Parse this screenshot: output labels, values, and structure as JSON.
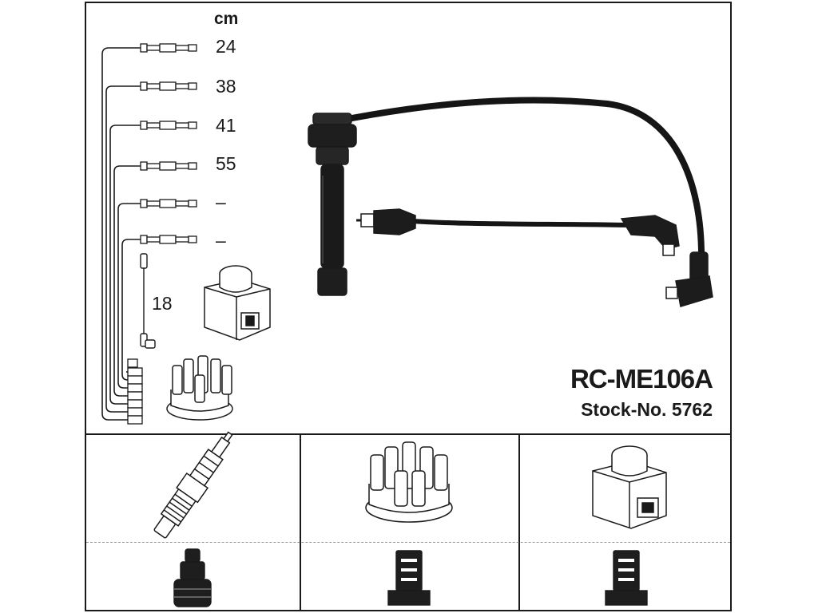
{
  "unit_label": "cm",
  "cable_lengths": [
    "24",
    "38",
    "41",
    "55",
    "–",
    "–"
  ],
  "coil_lead_length": "18",
  "product": {
    "model": "RC-ME106A",
    "stock": "Stock-No. 5762"
  },
  "icons": {
    "coil": "ignition-coil-icon",
    "distributor": "distributor-cap-icon",
    "spark_plug": "spark-plug-icon",
    "plug_terminal": "plug-terminal-icon",
    "cap_terminal": "cap-terminal-icon",
    "coil_terminal": "coil-terminal-icon"
  },
  "colors": {
    "line": "#1a1a1a",
    "cable": "#151515",
    "background": "#ffffff"
  }
}
